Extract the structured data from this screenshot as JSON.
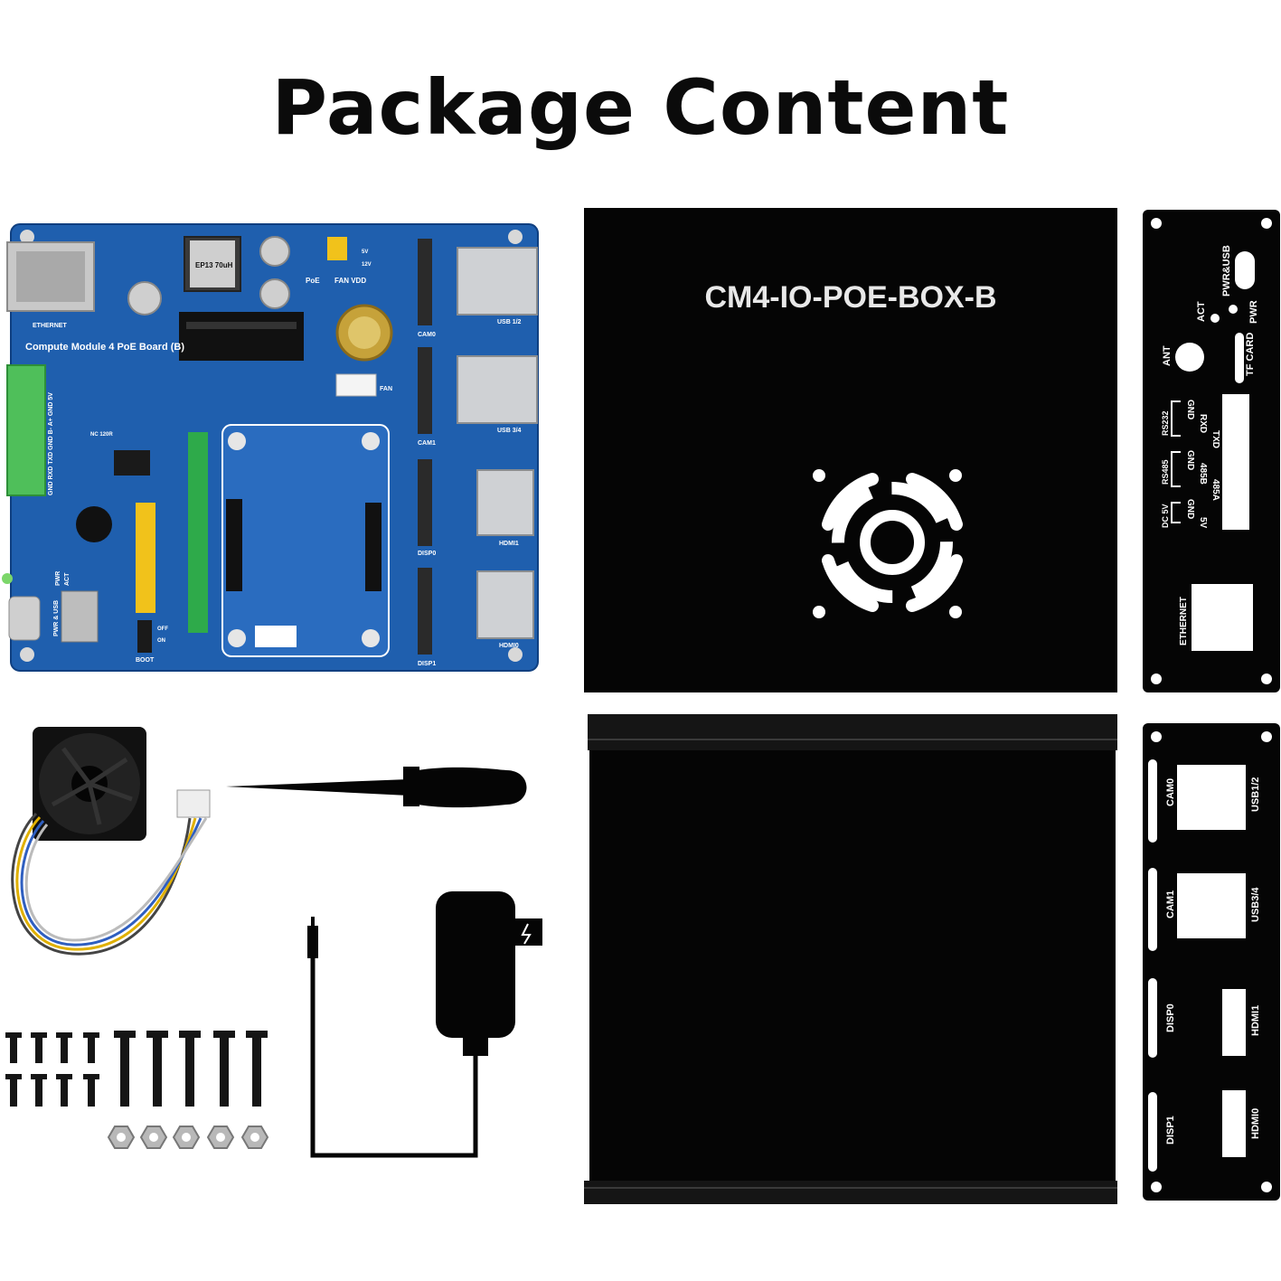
{
  "title": "Package Content",
  "board": {
    "name": "Compute Module 4 PoE Board (B)",
    "ethernet": "ETHERNET",
    "inductor": "EP13 70uH",
    "poe": "PoE",
    "fan_vdd": "FAN VDD",
    "fan": "FAN",
    "cam0": "CAM0",
    "cam1": "CAM1",
    "disp0": "DISP0",
    "disp1": "DISP1",
    "usb12": "USB 1/2",
    "usb34": "USB 3/4",
    "hdmi0": "HDMI0",
    "hdmi1": "HDMI1",
    "boot": "BOOT",
    "off": "OFF",
    "on": "ON",
    "pwr_usb": "PWR & USB",
    "pwr": "PWR",
    "act": "ACT",
    "terminal": "GND RXD TXD GND B- A+ GND 5V",
    "nc120r": "NC 120R",
    "five_v": "5V",
    "twelve_v": "12V"
  },
  "case_top": {
    "label": "CM4-IO-POE-BOX-B"
  },
  "panel_a": {
    "pwr_usb": "PWR&USB",
    "act": "ACT",
    "pwr": "PWR",
    "ant": "ANT",
    "tf_card": "TF CARD",
    "rs232": "RS232",
    "rs232_pins": [
      "GND",
      "RXD",
      "TXD"
    ],
    "rs485": "RS485",
    "rs485_pins": [
      "GND",
      "485B",
      "485A"
    ],
    "dc5v": "DC 5V",
    "dc_pins": [
      "GND",
      "5V"
    ],
    "ethernet": "ETHERNET"
  },
  "panel_b": {
    "cam0": "CAM0",
    "cam1": "CAM1",
    "disp0": "DISP0",
    "disp1": "DISP1",
    "usb12": "USB1/2",
    "usb34": "USB3/4",
    "hdmi1": "HDMI1",
    "hdmi0": "HDMI0"
  },
  "colors": {
    "board": "#1f5fae",
    "board_dark": "#173f7a",
    "case": "#050505",
    "terminal": "#4fbf5a",
    "header": "#f1c21b"
  }
}
